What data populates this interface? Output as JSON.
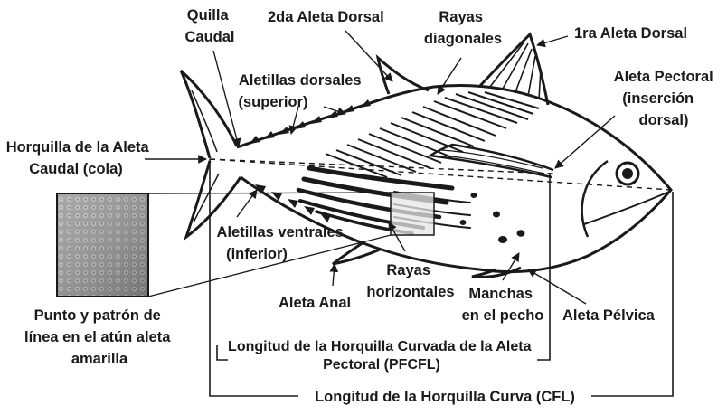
{
  "labels": {
    "quilla_caudal": [
      "Quilla",
      "Caudal"
    ],
    "segunda_aleta_dorsal": "2da Aleta Dorsal",
    "rayas_diagonales": [
      "Rayas",
      "diagonales"
    ],
    "primera_aleta_dorsal": "1ra Aleta Dorsal",
    "aletillas_dorsales": [
      "Aletillas dorsales",
      "(superior)"
    ],
    "aleta_pectoral": [
      "Aleta Pectoral",
      "(inserción",
      "dorsal)"
    ],
    "horquilla_caudal": [
      "Horquilla de la Aleta",
      "Caudal (cola)"
    ],
    "aletillas_ventrales": [
      "Aletillas ventrales",
      "(inferior)"
    ],
    "rayas_horizontales": [
      "Rayas",
      "horizontales"
    ],
    "manchas_pecho": [
      "Manchas",
      "en el pecho"
    ],
    "aleta_anal": "Aleta Anal",
    "aleta_pelvica": "Aleta Pélvica",
    "punto_patron": [
      "Punto y patrón de",
      "línea en el atún aleta",
      "amarilla"
    ],
    "pfcfl": [
      "Longitud de la Horquilla Curvada de la Aleta",
      "Pectoral (PFCFL)"
    ],
    "cfl": "Longitud de la Horquilla Curva (CFL)"
  },
  "colors": {
    "ink": "#1a1a1a",
    "background": "#ffffff",
    "inset_texture": "#8a8a8a"
  }
}
